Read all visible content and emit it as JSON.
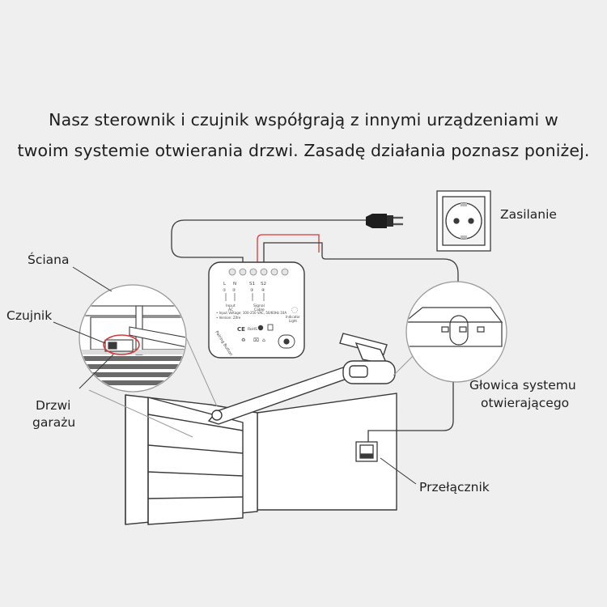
{
  "heading": {
    "line1": "Nasz sterownik i czujnik współgrają z innymi urządzeniami w",
    "line2": "twoim systemie otwierania drzwi. Zasadę działania poznasz poniżej."
  },
  "labels": {
    "wall": "Ściana",
    "sensor": "Czujnik",
    "garage_door_1": "Drzwi",
    "garage_door_2": "garażu",
    "power": "Zasilanie",
    "opener_head_1": "Głowica systemu",
    "opener_head_2": "otwierającego",
    "switch": "Przełącznik"
  },
  "module": {
    "terminals": [
      "L",
      "N",
      "S1",
      "S2"
    ],
    "terminal_nums": [
      "①",
      "②",
      "③",
      "④"
    ],
    "input_label": "Input",
    "input_sub": "AC",
    "signal_label": "Signal",
    "signal_sub": "Cable",
    "indicator_label": "Indicator",
    "indicator_sub": "Light",
    "spec_line1": "• Input Voltage: 100-250 VAC, 50/60Hz 10A",
    "spec_line2": "• Version: Zifre",
    "pairing_label": "Pairing Button",
    "cert_marks": [
      "CE",
      "RoHS"
    ]
  },
  "colors": {
    "background": "#efefef",
    "line": "#3a3a3a",
    "red_wire": "#d63a3a",
    "highlight_ring": "#d63a3a",
    "zoom_circle": "#9a9a9a"
  }
}
